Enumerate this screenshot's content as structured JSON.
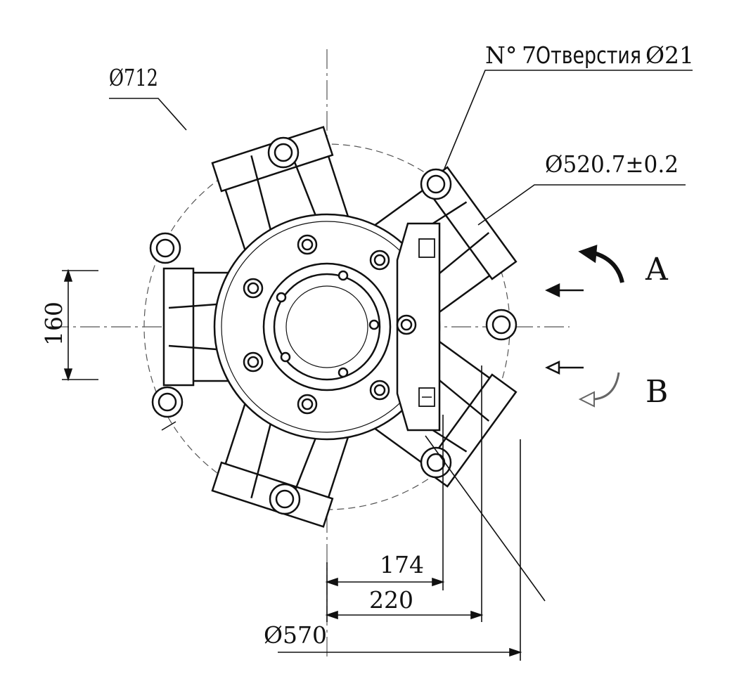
{
  "drawing": {
    "labels": {
      "outer_diameter": "Ø712",
      "holes_prefix": "N°",
      "holes_count": "7",
      "holes_text": "Отверстия",
      "holes_diameter": "Ø21",
      "bolt_circle": "Ø520.7±0.2",
      "height_160": "160",
      "dim_174": "174",
      "dim_220": "220",
      "dim_570": "Ø570",
      "port_a": "A",
      "port_b": "B"
    },
    "colors": {
      "line": "#111111",
      "fill": "#ffffff",
      "center_line": "#555555"
    },
    "piston_count": 5,
    "mounting_holes": 7
  }
}
